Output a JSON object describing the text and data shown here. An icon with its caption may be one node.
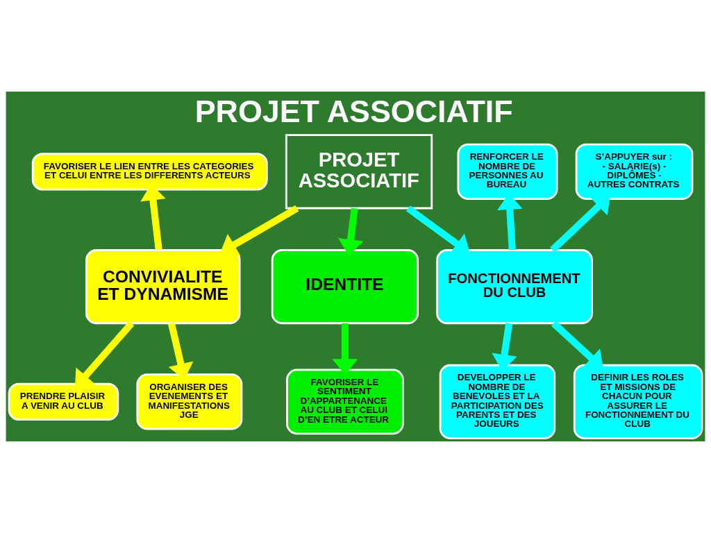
{
  "diagram": {
    "title": "PROJET ASSOCIATIF",
    "nodes": [
      {
        "text": [
          "PROJET ASSOCIATIF"
        ]
      },
      {
        "text": [
          "FAVORISER LE LIEN ENTRE LES CATEGORIES ET CELUI ENTRE LES DIFFERENTS ACTEURS"
        ]
      },
      {
        "text": [
          "RENFORCER LE NOMBRE DE PERSONNES AU BUREAU"
        ]
      },
      {
        "text": [
          "S’APPUYER sur : - SALARIE(s) - DIPLÔMES - AUTRES CONTRATS"
        ]
      },
      {
        "text": [
          "CONVIVIALITE ET DYNAMISME"
        ]
      },
      {
        "text": [
          "IDENTITE"
        ]
      },
      {
        "text": [
          "FONCTIONNEMENT DU CLUB"
        ]
      },
      {
        "text": [
          "PRENDRE PLAISIR A VENIR AU CLUB"
        ]
      },
      {
        "text": [
          "ORGANISER DES EVENEMENTS ET MANIFESTATIONS JGE"
        ]
      },
      {
        "text": [
          "FAVORISER LE SENTIMENT D’APPARTENANCE AU CLUB ET CELUI D’EN ETRE ACTEUR"
        ]
      },
      {
        "text": [
          "DEVELOPPER LE NOMBRE DE BENEVOLES ET LA PARTICIPATION DES PARENTS ET DES JOUEURS"
        ]
      },
      {
        "text": [
          "DEFINIR LES ROLES ET MISSIONS DE CHACUN POUR ASSURER LE FONCTIONNEMENT DU CLUB"
        ]
      }
    ],
    "edges": [
      {
        "from": 0,
        "to": 4,
        "arrow": "to",
        "color": "#ffff00"
      },
      {
        "from": 0,
        "to": 5,
        "arrow": "to",
        "color": "#00ff00"
      },
      {
        "from": 0,
        "to": 6,
        "arrow": "to"
      },
      {
        "from": 4,
        "to": 1,
        "arrow": "to",
        "color": "#ffff00"
      },
      {
        "from": 6,
        "to": 2,
        "arrow": "to"
      },
      {
        "from": 6,
        "to": 3,
        "arrow": "to"
      },
      {
        "from": 4,
        "to": 7,
        "arrow": "to",
        "color": "#ffff00"
      },
      {
        "from": 4,
        "to": 8,
        "arrow": "to",
        "color": "#ffff00"
      },
      {
        "from": 5,
        "to": 9,
        "arrow": "to",
        "color": "#00ff00"
      },
      {
        "from": 6,
        "to": 10,
        "arrow": "to"
      },
      {
        "from": 6,
        "to": 11,
        "arrow": "to"
      }
    ]
  }
}
